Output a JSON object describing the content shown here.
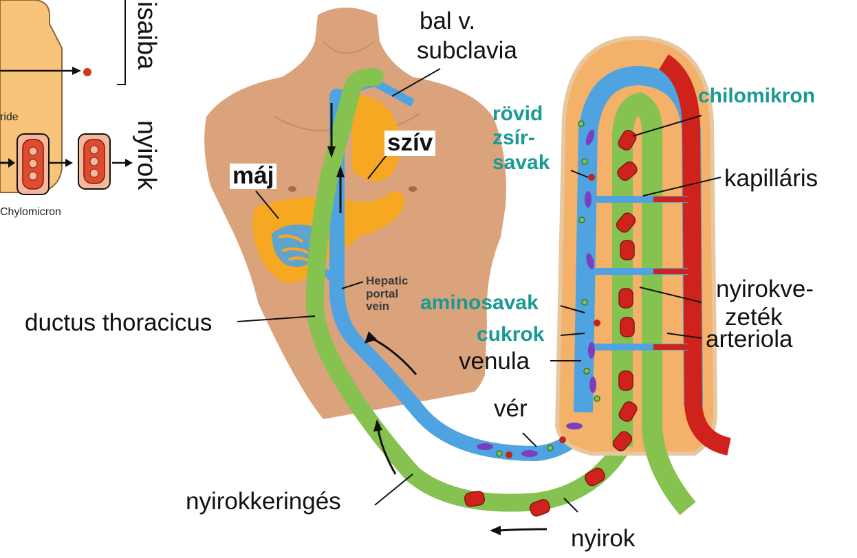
{
  "labels": {
    "bal_v_subclavia": [
      "bal v.",
      "subclavia"
    ],
    "chilomikron": "chilomikron",
    "rovid": "rövid",
    "zsir": "zsír-",
    "savak": "savak",
    "sziv": "szív",
    "maj": "máj",
    "kapillaris": "kapilláris",
    "hepatic_portal_vein": [
      "Hepatic",
      "portal",
      "vein"
    ],
    "aminosavak": "aminosavak",
    "nyirokvezetek": [
      "nyirokve-",
      "zeték"
    ],
    "ductus_thoracicus": "ductus thoracicus",
    "cukrok": "cukrok",
    "arteriola": "arteriola",
    "venula": "venula",
    "ver": "vér",
    "nyirokkeringes": "nyirokkeringés",
    "nyirok_bottom": "nyirok",
    "left_isaiba": "isaiba",
    "left_nyirok": "nyirok",
    "left_ride": "ride",
    "left_chylomicron": "Chylomicron"
  },
  "colors": {
    "skin": "#dba37c",
    "organ": "#f7a823",
    "vein_blue": "#4fa3e0",
    "lymph_green": "#86c24f",
    "artery_red": "#d0221c",
    "villus_orange": "#f3b169",
    "teal_text": "#1a9a93"
  }
}
